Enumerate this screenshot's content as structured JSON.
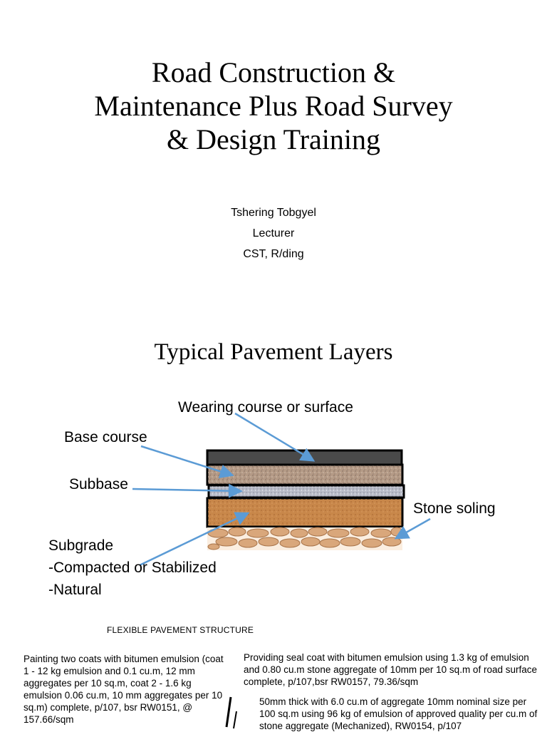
{
  "doc": {
    "title_lines": [
      "Road Construction &",
      "Maintenance Plus Road Survey",
      "& Design Training"
    ],
    "author": {
      "name": "Tshering Tobgyel",
      "role": "Lecturer",
      "affiliation": "CST, R/ding"
    }
  },
  "diagram": {
    "title": "Typical Pavement Layers",
    "labels": {
      "wearing_course": "Wearing course or surface",
      "base_course": "Base course",
      "subbase": "Subbase",
      "stone_soling": "Stone soling",
      "subgrade_lines": [
        "Subgrade",
        "-Compacted or Stabilized",
        "-Natural"
      ]
    },
    "colors": {
      "wearing": "#4a4a4a",
      "base": "#b49a86",
      "subbase": "#b9bcc8",
      "subgrade": "#c8874a",
      "soling": "#d9a77b",
      "arrow": "#5b9bd5"
    }
  },
  "caption": "FLEXIBLE PAVEMENT STRUCTURE",
  "notes": {
    "left": "Painting two coats with bitumen emulsion (coat 1 - 12 kg emulsion and 0.1 cu.m, 12 mm aggregates per 10 sq.m, coat 2 - 1.6 kg emulsion 0.06 cu.m, 10 mm aggregates per 10 sq.m) complete, p/107, bsr RW0151, @ 157.66/sqm",
    "right_top": "Providing seal coat with bitumen emulsion using 1.3 kg of emulsion and 0.80 cu.m stone aggregate of 10mm per 10 sq.m of road surface complete, p/107,bsr RW0157, 79.36/sqm",
    "right_bottom": "50mm thick with 6.0 cu.m of aggregate 10mm nominal size per 100 sq.m using 96 kg of emulsion of approved quality per cu.m of stone aggregate (Mechanized), RW0154, p/107"
  }
}
